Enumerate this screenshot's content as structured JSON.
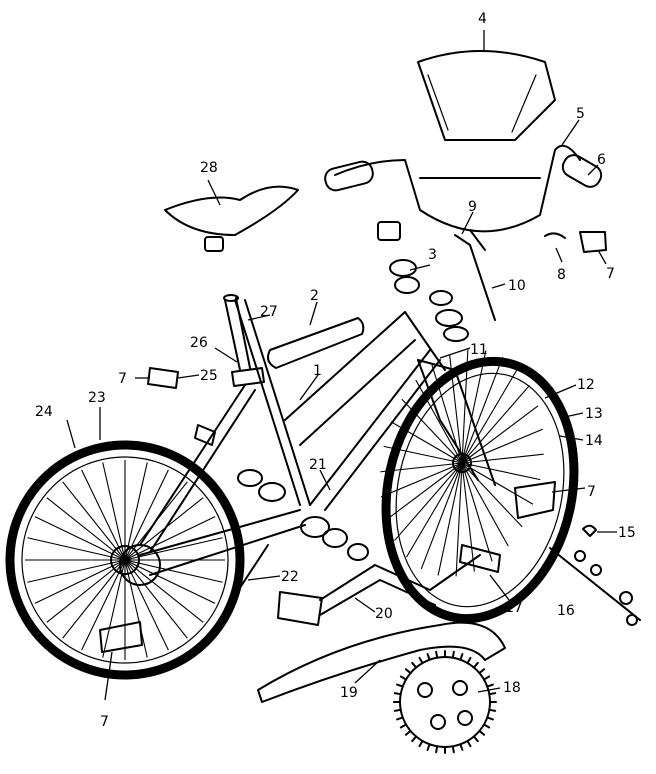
{
  "callouts": [
    {
      "label": "1"
    },
    {
      "label": "2"
    },
    {
      "label": "3"
    },
    {
      "label": "4"
    },
    {
      "label": "5"
    },
    {
      "label": "6"
    },
    {
      "label": "7"
    },
    {
      "label": "7"
    },
    {
      "label": "7"
    },
    {
      "label": "7"
    },
    {
      "label": "8"
    },
    {
      "label": "9"
    },
    {
      "label": "10"
    },
    {
      "label": "11"
    },
    {
      "label": "12"
    },
    {
      "label": "13"
    },
    {
      "label": "14"
    },
    {
      "label": "15"
    },
    {
      "label": "16"
    },
    {
      "label": "17"
    },
    {
      "label": "18"
    },
    {
      "label": "19"
    },
    {
      "label": "20"
    },
    {
      "label": "21"
    },
    {
      "label": "22"
    },
    {
      "label": "23"
    },
    {
      "label": "24"
    },
    {
      "label": "25"
    },
    {
      "label": "26"
    },
    {
      "label": "27"
    },
    {
      "label": "28"
    }
  ]
}
